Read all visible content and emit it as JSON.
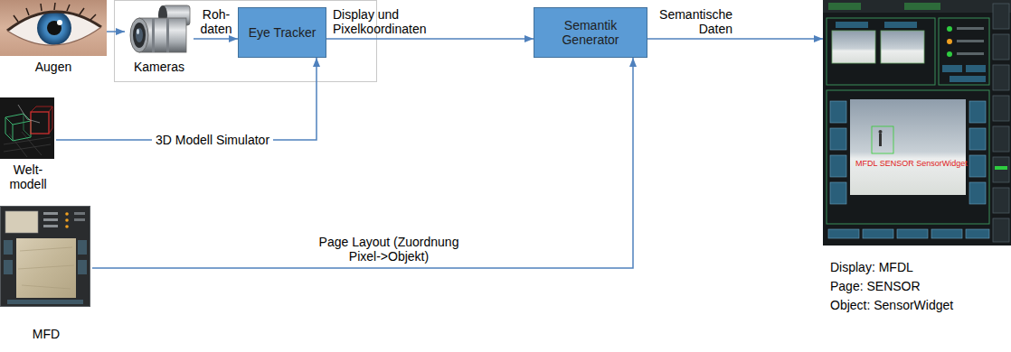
{
  "diagram": {
    "nodes": [
      {
        "text": [
          "Augen"
        ]
      },
      {
        "text": [
          "Kameras"
        ]
      },
      {
        "text": [
          "Eye Tracker"
        ]
      },
      {
        "text": [
          "Welt- modell"
        ]
      },
      {
        "text": [
          "MFD"
        ]
      },
      {
        "text": [
          "Semantik Generator"
        ]
      },
      {
        "text": [
          "Display: MFDL",
          "Page: SENSOR",
          "Object: SensorWidget"
        ]
      }
    ],
    "edges": [
      {
        "from": 0,
        "to": 1,
        "arrow": "to"
      },
      {
        "from": 1,
        "to": 2,
        "label": "Roh- daten",
        "arrow": "to"
      },
      {
        "from": 3,
        "to": 2,
        "label": "3D Modell Simulator",
        "arrow": "to"
      },
      {
        "from": 2,
        "to": 5,
        "label": "Display und Pixelkoordinaten",
        "arrow": "to"
      },
      {
        "from": 4,
        "to": 5,
        "label": "Page Layout (Zuordnung Pixel->Objekt)",
        "arrow": "to"
      },
      {
        "from": 5,
        "to": 6,
        "label": "Semantische Daten",
        "arrow": "to"
      }
    ],
    "labels": [
      "MFDL SENSOR SensorWidget"
    ]
  }
}
